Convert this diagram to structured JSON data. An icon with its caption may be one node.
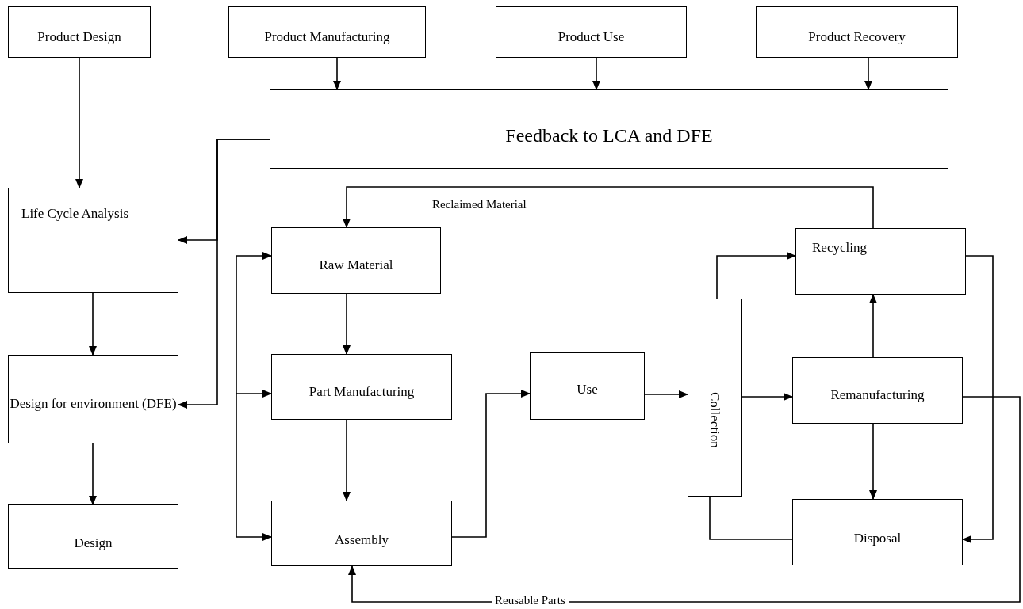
{
  "diagram": {
    "nodes": [
      {
        "text": [
          "Product Design"
        ]
      },
      {
        "text": [
          "Product Manufacturing"
        ]
      },
      {
        "text": [
          "Product Use"
        ]
      },
      {
        "text": [
          "Product Recovery"
        ]
      },
      {
        "text": [
          "Feedback to LCA and DFE"
        ]
      },
      {
        "text": [
          "Life Cycle Analysis"
        ]
      },
      {
        "text": [
          "Design for environment (DFE)"
        ]
      },
      {
        "text": [
          "Design"
        ]
      },
      {
        "text": [
          "Raw Material"
        ]
      },
      {
        "text": [
          "Part Manufacturing"
        ]
      },
      {
        "text": [
          "Assembly"
        ]
      },
      {
        "text": [
          "Use"
        ]
      },
      {
        "text": [
          "Collection"
        ]
      },
      {
        "text": [
          "Recycling"
        ]
      },
      {
        "text": [
          "Remanufacturing"
        ]
      },
      {
        "text": [
          "Disposal"
        ]
      }
    ],
    "edges": [
      {
        "from": 0,
        "to": 5,
        "arrow": "to"
      },
      {
        "from": 1,
        "to": 4,
        "arrow": "to"
      },
      {
        "from": 2,
        "to": 4,
        "arrow": "to"
      },
      {
        "from": 3,
        "to": 4,
        "arrow": "to"
      },
      {
        "from": 4,
        "to": 5,
        "arrow": "to"
      },
      {
        "from": 4,
        "to": 6,
        "arrow": "to"
      },
      {
        "from": 5,
        "to": 6,
        "arrow": "to"
      },
      {
        "from": 6,
        "to": 7,
        "arrow": "to"
      },
      {
        "from": 13,
        "to": 8,
        "arrow": "to",
        "label": "Reclaimed Material"
      },
      {
        "from": 8,
        "to": 9,
        "arrow": "to"
      },
      {
        "from": 9,
        "to": 10,
        "arrow": "to"
      },
      {
        "from": null,
        "to": 8,
        "arrow": "to"
      },
      {
        "from": null,
        "to": 9,
        "arrow": "to"
      },
      {
        "from": null,
        "to": 10,
        "arrow": "to"
      },
      {
        "from": 10,
        "to": 11,
        "arrow": "to"
      },
      {
        "from": 11,
        "to": 12,
        "arrow": "to"
      },
      {
        "from": 12,
        "to": 13,
        "arrow": "to"
      },
      {
        "from": 12,
        "to": 14,
        "arrow": "to"
      },
      {
        "from": 14,
        "to": 13,
        "arrow": "to"
      },
      {
        "from": 14,
        "to": 15,
        "arrow": "to"
      },
      {
        "from": 15,
        "to": 12,
        "arrow": "none"
      },
      {
        "from": 13,
        "to": 15,
        "arrow": "to"
      },
      {
        "from": 14,
        "to": 10,
        "arrow": "to",
        "label": "Reusable Parts"
      }
    ]
  }
}
